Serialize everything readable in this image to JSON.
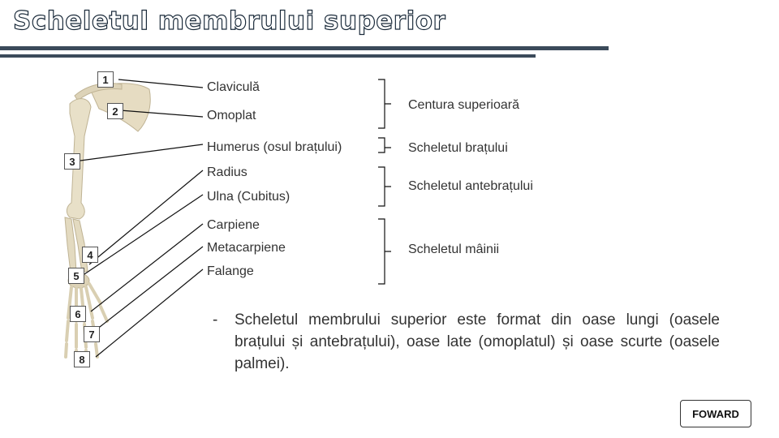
{
  "title": "Scheletul membrului superior",
  "numbers": [
    "1",
    "2",
    "3",
    "4",
    "5",
    "6",
    "7",
    "8"
  ],
  "labels": {
    "clavicula": "Claviculă",
    "omoplat": "Omoplat",
    "humerus": "Humerus (osul brațului)",
    "radius": "Radius",
    "ulna": "Ulna (Cubitus)",
    "carpiene": "Carpiene",
    "metacarpiene": "Metacarpiene",
    "falange": "Falange"
  },
  "groups": {
    "centura": "Centura superioară",
    "brat": "Scheletul brațului",
    "antebrat": "Scheletul antebrațului",
    "mana": "Scheletul mâinii"
  },
  "description": {
    "dash": "-",
    "text": "Scheletul membrului superior este format din oase lungi (oasele brațului și antebrațului), oase late (omoplatul) și oase scurte (oasele palmei)."
  },
  "button": {
    "label": "FOWARD"
  }
}
